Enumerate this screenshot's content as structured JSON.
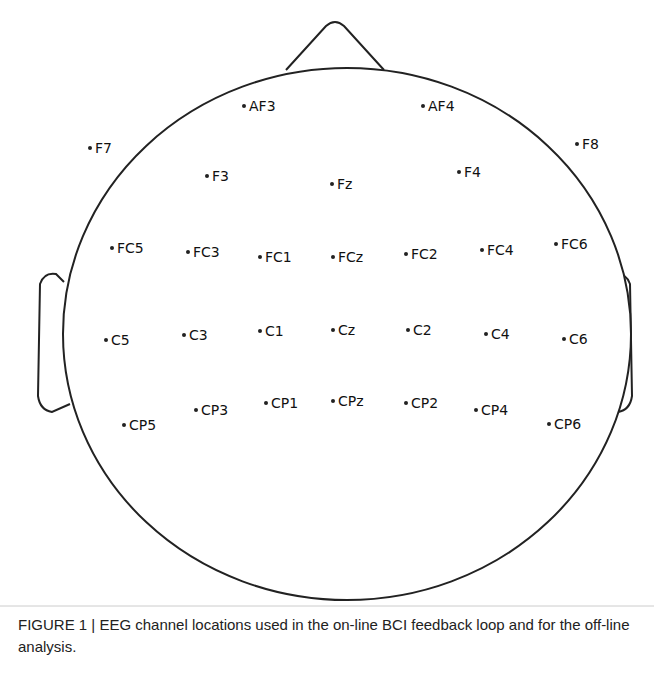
{
  "diagram": {
    "caption": "FIGURE 1 | EEG channel locations used in the on-line BCI feedback loop and for the off-line analysis.",
    "labels": [
      "AF3",
      "AF4",
      "F7",
      "F3",
      "Fz",
      "F4",
      "F8",
      "FC5",
      "FC3",
      "FC1",
      "FCz",
      "FC2",
      "FC4",
      "FC6",
      "C5",
      "C3",
      "C1",
      "Cz",
      "C2",
      "C4",
      "C6",
      "CP5",
      "CP3",
      "CP1",
      "CPz",
      "CP2",
      "CP4",
      "CP6"
    ]
  }
}
